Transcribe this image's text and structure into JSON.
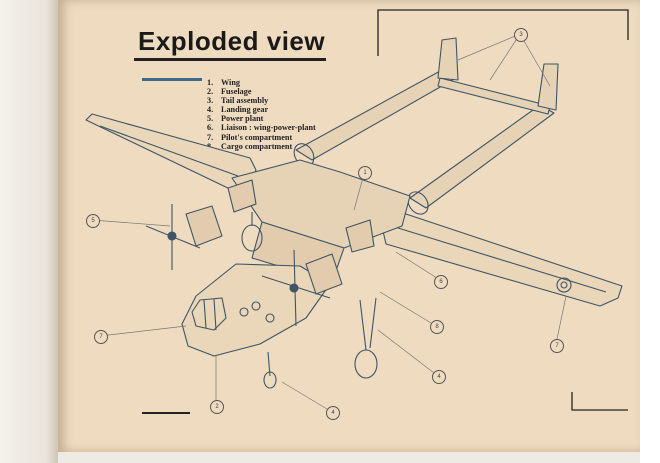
{
  "page": {
    "title": "Exploded view",
    "legend": [
      {
        "num": "1.",
        "label": "Wing"
      },
      {
        "num": "2.",
        "label": "Fuselage"
      },
      {
        "num": "3.",
        "label": "Tail assembly"
      },
      {
        "num": "4.",
        "label": "Landing gear"
      },
      {
        "num": "5.",
        "label": "Power plant"
      },
      {
        "num": "6.",
        "label": "Liaison : wing-power-plant"
      },
      {
        "num": "7.",
        "label": "Pilot's compartment"
      },
      {
        "num": "8.",
        "label": "Cargo compartment"
      }
    ],
    "callouts": [
      "1",
      "3",
      "5",
      "6",
      "8",
      "7",
      "4",
      "7",
      "2",
      "4"
    ]
  },
  "colors": {
    "paper": "#efdcc0",
    "ink": "#3e5566",
    "text": "#1a1a1a"
  }
}
